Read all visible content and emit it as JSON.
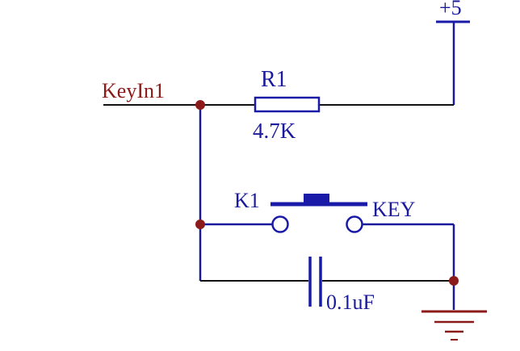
{
  "labels": {
    "supply": "+5",
    "net": "KeyIn1",
    "resistor_ref": "R1",
    "resistor_value": "4.7K",
    "switch_ref": "K1",
    "switch_name": "KEY",
    "capacitor_value": "0.1uF"
  },
  "colors": {
    "wire": "#1a1a9c",
    "component": "#1a1aa8",
    "junction": "#8b1a1a",
    "label_text": "#1a1a9c",
    "net_label": "#8b1a1a",
    "wire_dark": "#111111"
  }
}
